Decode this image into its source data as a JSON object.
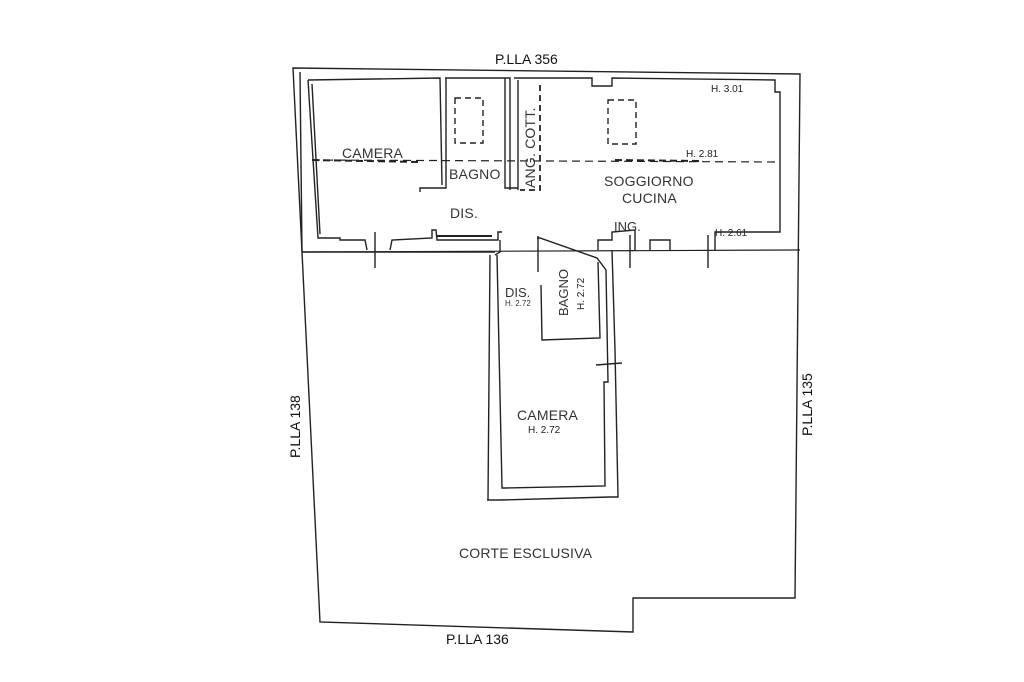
{
  "plan": {
    "type": "floor-plan",
    "stroke_color": "#222222",
    "background": "#ffffff"
  },
  "parcels": {
    "north": "P.LLA 356",
    "south": "P.LLA 136",
    "west": "P.LLA 138",
    "east": "P.LLA 135"
  },
  "rooms": {
    "camera_1": {
      "label": "CAMERA"
    },
    "bagno_1": {
      "label": "BAGNO"
    },
    "ang_cott": {
      "label": "ANG. COTT."
    },
    "soggiorno": {
      "label_line1": "SOGGIORNO",
      "label_line2": "CUCINA"
    },
    "dis_1": {
      "label": "DIS."
    },
    "ingresso": {
      "label": "ING."
    },
    "dis_2": {
      "label": "DIS.",
      "height": "H. 2.72"
    },
    "bagno_2": {
      "label": "BAGNO",
      "height": "H. 2.72"
    },
    "camera_2": {
      "label": "CAMERA",
      "height": "H. 2.72"
    },
    "corte": {
      "label": "CORTE ESCLUSIVA"
    }
  },
  "heights": {
    "top_right": "H. 3.01",
    "mid_line": "H. 2.81",
    "lower_right": "H. 2.61"
  }
}
